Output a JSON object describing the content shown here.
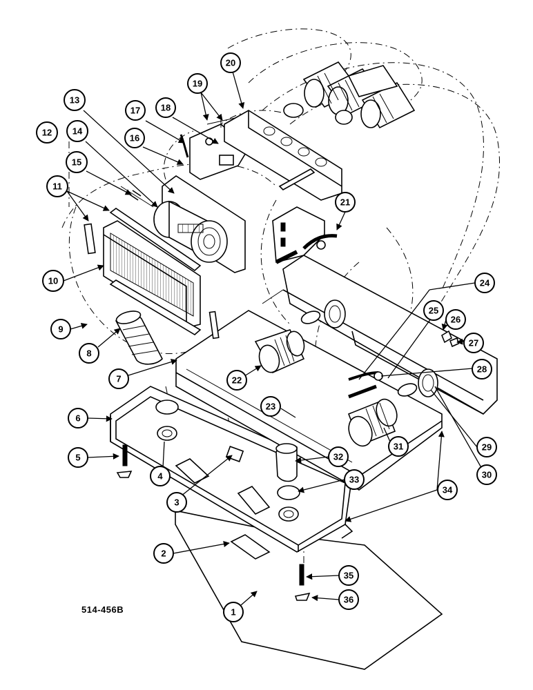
{
  "drawing_code": "514-456B",
  "callouts": [
    "1",
    "2",
    "3",
    "4",
    "5",
    "6",
    "7",
    "8",
    "9",
    "10",
    "11",
    "12",
    "13",
    "14",
    "15",
    "16",
    "17",
    "18",
    "19",
    "20",
    "21",
    "22",
    "23",
    "24",
    "25",
    "26",
    "27",
    "28",
    "29",
    "30",
    "31",
    "32",
    "33",
    "34",
    "35",
    "36"
  ]
}
